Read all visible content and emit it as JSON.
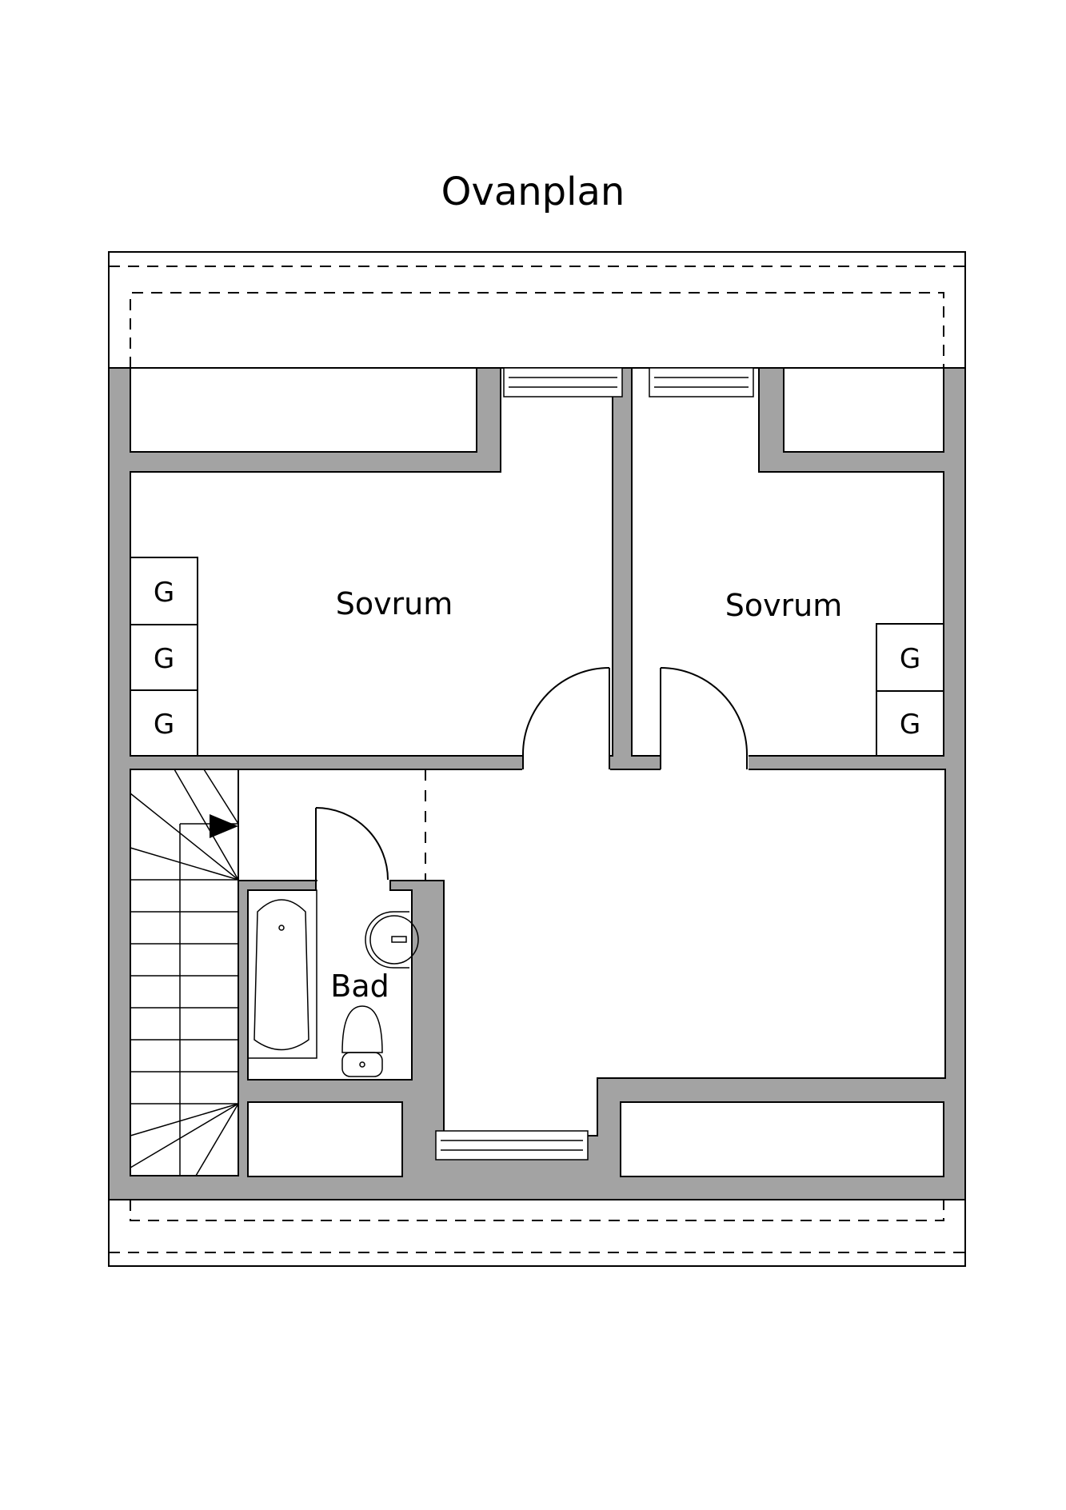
{
  "title": "Ovanplan",
  "rooms": {
    "bedroom_left": "Sovrum",
    "bedroom_right": "Sovrum",
    "bathroom": "Bad"
  },
  "wardrobe_label": "G",
  "colors": {
    "wall": "#a3a3a3",
    "line": "#000000",
    "background": "#ffffff"
  }
}
